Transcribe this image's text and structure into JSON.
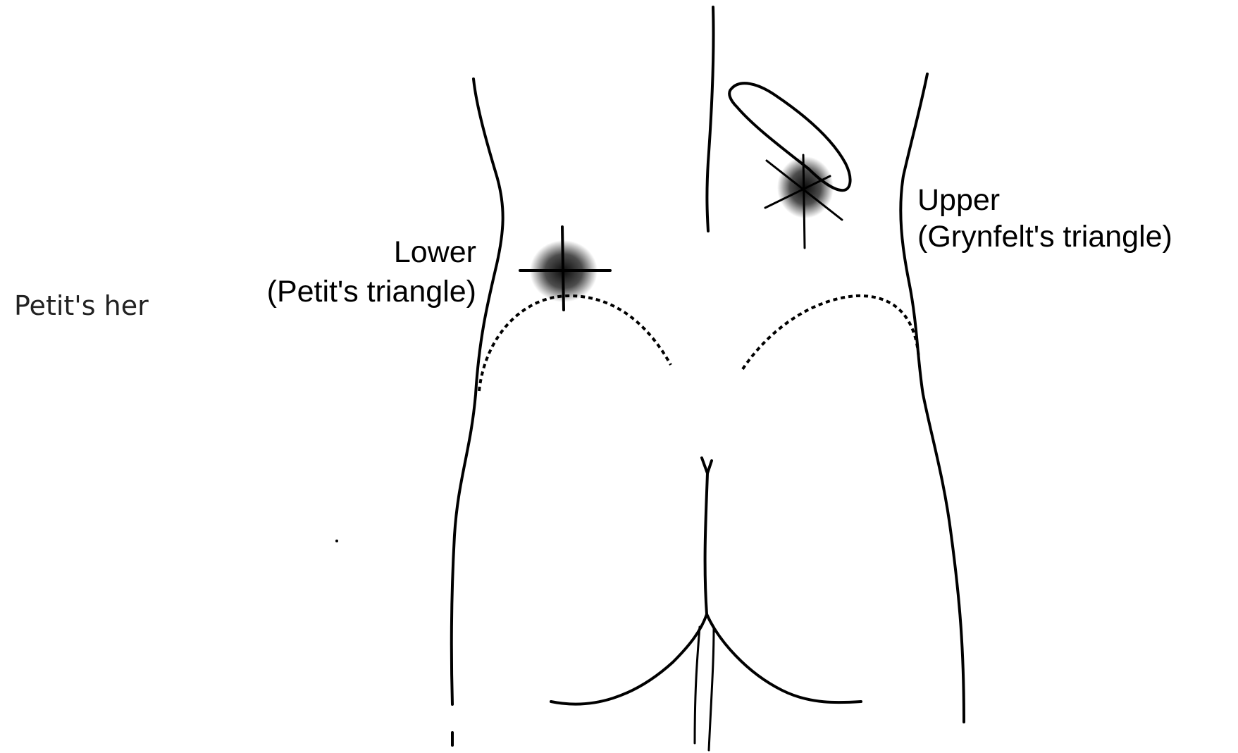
{
  "caption": {
    "text": "Petit's her"
  },
  "labels": {
    "lower_title": "Lower",
    "lower_subtitle": "(Petit's triangle)",
    "upper_title": "Upper",
    "upper_subtitle": "(Grynfelt's triangle)"
  }
}
